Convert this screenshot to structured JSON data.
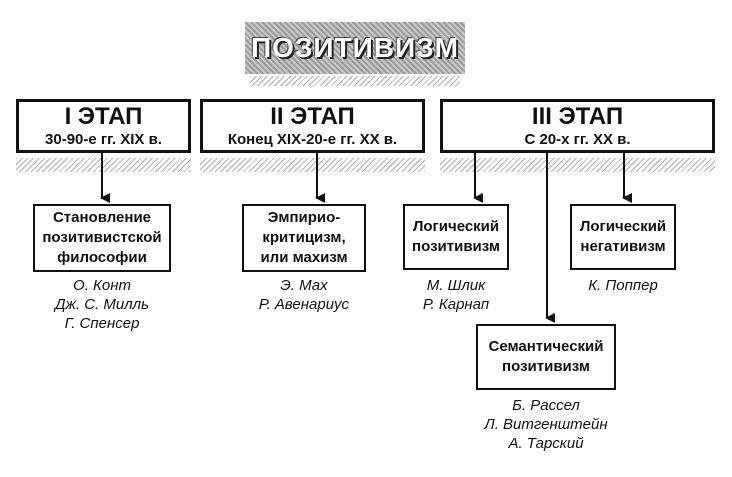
{
  "title": "ПОЗИТИВИЗМ",
  "stages": [
    {
      "label": "I ЭТАП",
      "period": "30-90-е гг. XIX в."
    },
    {
      "label": "II ЭТАП",
      "period": "Конец XIX-20-е гг. XX в."
    },
    {
      "label": "III ЭТАП",
      "period": "С 20-х гг. XX в."
    }
  ],
  "nodes": {
    "stanovlenie": {
      "lines": [
        "Становление",
        "позитивистской",
        "философии"
      ],
      "names": [
        "О. Конт",
        "Дж. С. Милль",
        "Г. Спенсер"
      ]
    },
    "empirio": {
      "lines": [
        "Эмпирио-",
        "критицизм,",
        "или махизм"
      ],
      "names": [
        "Э. Мах",
        "Р. Авенариус"
      ]
    },
    "logpoz": {
      "lines": [
        "Логический",
        "позитивизм"
      ],
      "names": [
        "М. Шлик",
        "Р. Карнап"
      ]
    },
    "lognegat": {
      "lines": [
        "Логический",
        "негативизм"
      ],
      "names": [
        "К. Поппер"
      ]
    },
    "semant": {
      "lines": [
        "Семантический",
        "позитивизм"
      ],
      "names": [
        "Б. Рассел",
        "Л. Витгенштейн",
        "А. Тарский"
      ]
    }
  },
  "colors": {
    "line": "#111111",
    "hatch": "#9b9b9b",
    "title_bg": "#a9a9a9"
  }
}
